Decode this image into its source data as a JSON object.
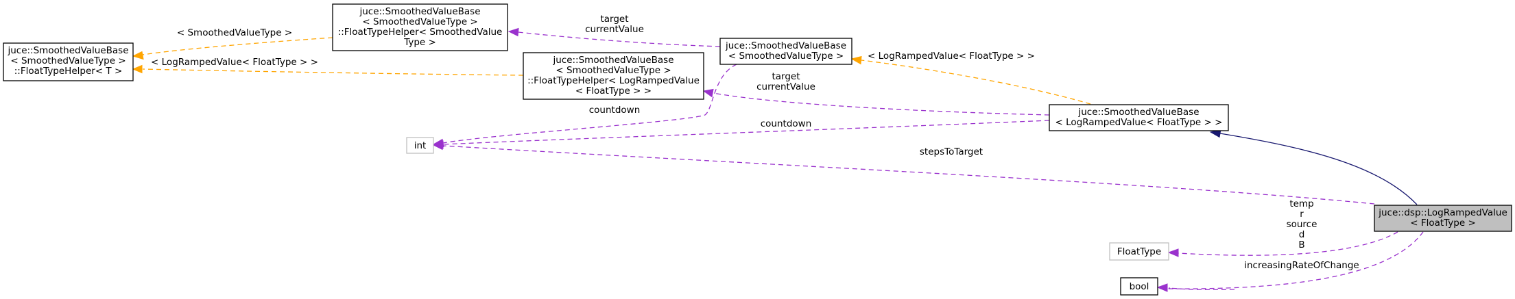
{
  "colors": {
    "usage_edge": "#9a32cd",
    "template_edge": "#ffa500",
    "inherit_edge": "#191970",
    "root_fill": "#bfbfbf",
    "external_border": "#bfbfbf"
  },
  "nodes": {
    "root": {
      "lines": [
        "juce::dsp::LogRampedValue",
        "< FloatType >"
      ]
    },
    "base_log": {
      "lines": [
        "juce::SmoothedValueBase",
        "< LogRampedValue< FloatType > >"
      ]
    },
    "base_generic": {
      "lines": [
        "juce::SmoothedValueBase",
        "< SmoothedValueType >"
      ]
    },
    "helper_log": {
      "lines": [
        "juce::SmoothedValueBase",
        "< SmoothedValueType >",
        "::FloatTypeHelper< LogRampedValue",
        "< FloatType > >"
      ]
    },
    "helper_smoothed": {
      "lines": [
        "juce::SmoothedValueBase",
        "< SmoothedValueType >",
        "::FloatTypeHelper< SmoothedValue",
        "Type >"
      ]
    },
    "helper_t": {
      "lines": [
        "juce::SmoothedValueBase",
        "< SmoothedValueType >",
        "::FloatTypeHelper< T >"
      ]
    },
    "int": {
      "lines": [
        "int"
      ]
    },
    "floattype": {
      "lines": [
        "FloatType"
      ]
    },
    "bool": {
      "lines": [
        "bool"
      ]
    }
  },
  "edge_labels": {
    "helper_smoothed_to_helper_t": [
      "< SmoothedValueType >"
    ],
    "helper_log_to_helper_t": [
      "< LogRampedValue< FloatType > >"
    ],
    "base_generic_to_helper_smoothed": [
      "target",
      "currentValue"
    ],
    "base_log_to_base_generic": [
      "< LogRampedValue< FloatType > >"
    ],
    "base_log_to_helper_log": [
      "target",
      "currentValue"
    ],
    "base_generic_to_int": [
      "countdown"
    ],
    "base_log_to_int": [
      "countdown"
    ],
    "root_to_int": [
      "stepsToTarget"
    ],
    "root_to_floattype": [
      "temp",
      "r",
      "source",
      "d",
      "B"
    ],
    "root_to_bool": [
      "increasingRateOfChange"
    ]
  }
}
